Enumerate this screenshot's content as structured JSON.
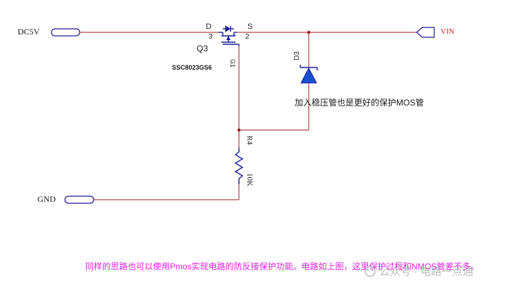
{
  "nets": {
    "dc5v": "DC5V",
    "gnd": "GND",
    "vin": "VIN"
  },
  "mosfet": {
    "ref": "Q3",
    "part": "SSC8023GS6",
    "pin_d": "D",
    "pin_d_num": "3",
    "pin_s": "S",
    "pin_s_num": "2",
    "pin_g": "G1"
  },
  "diode": {
    "ref": "D3",
    "note": "加入稳压管也是更好的保护MOS管"
  },
  "resistor": {
    "ref": "R4",
    "value": "10K"
  },
  "caption": "同样的思路也可以使用Pmos实现电路的防反接保护功能。电路如上图，这里保护过程和NMOS管差不多。",
  "watermark": "公众号 · 电路一点通",
  "colors": {
    "wire": "#a01818",
    "component": "#1a1a9a",
    "text": "#1a1a1a",
    "vin_label": "#e01e1e",
    "caption": "#e020e0",
    "watermark": "#b0b0b0"
  }
}
